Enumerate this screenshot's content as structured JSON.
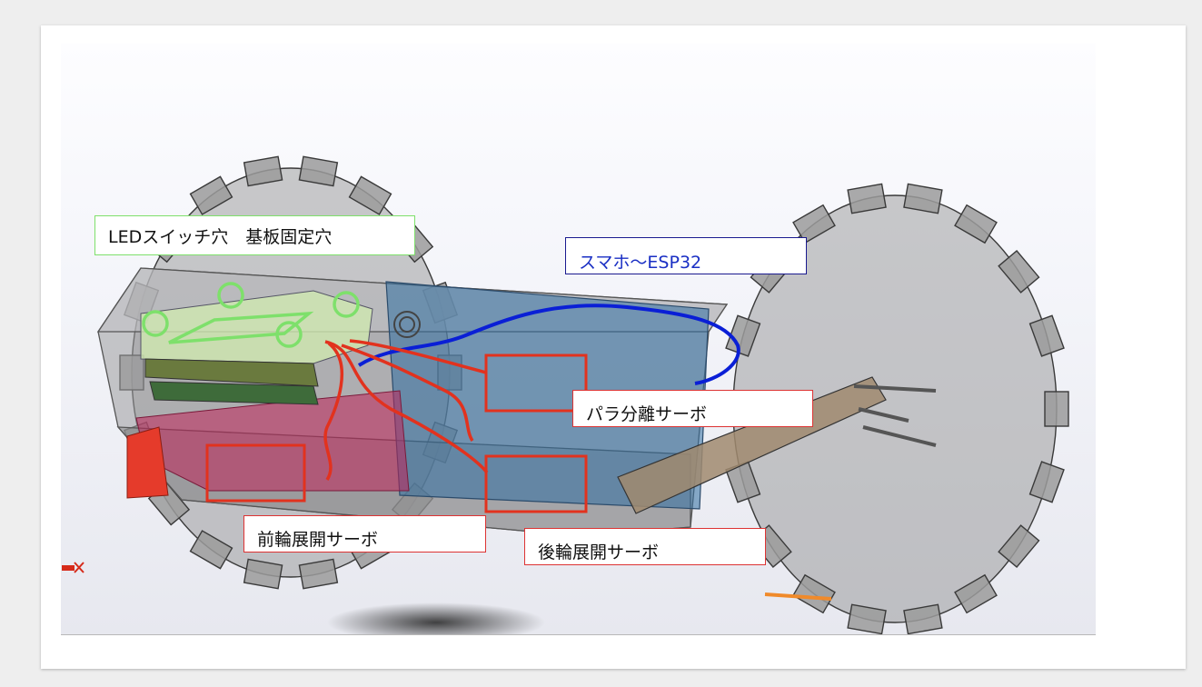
{
  "labels": {
    "led_switch": "LEDスイッチ穴　基板固定穴",
    "phone_esp": "スマホ〜ESP32",
    "para_servo": "パラ分離サーボ",
    "front_servo": "前輪展開サーボ",
    "rear_servo": "後輪展開サーボ"
  },
  "colors": {
    "green_annotation": "#7ee06b",
    "blue_annotation": "#0a1fd6",
    "red_annotation": "#e2321e",
    "body_gray": "#8c8c8c"
  }
}
